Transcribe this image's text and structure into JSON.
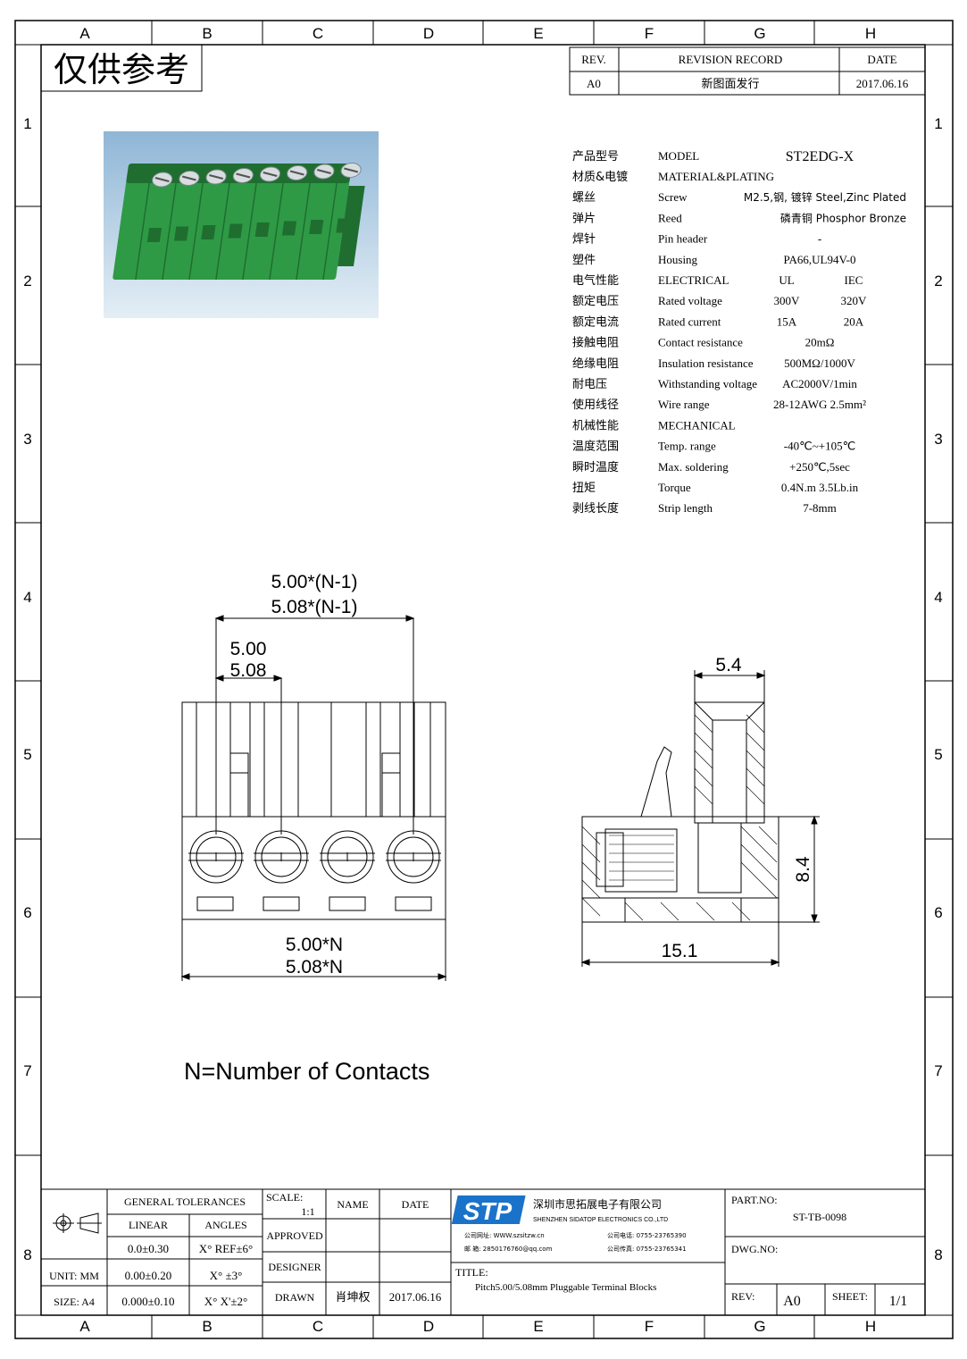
{
  "frame": {
    "col_labels": [
      "A",
      "B",
      "C",
      "D",
      "E",
      "F",
      "G",
      "H"
    ],
    "row_labels": [
      "1",
      "2",
      "3",
      "4",
      "5",
      "6",
      "7",
      "8"
    ]
  },
  "watermark": "仅供参考",
  "revision": {
    "headers": {
      "rev": "REV.",
      "record": "REVISION RECORD",
      "date": "DATE"
    },
    "row": {
      "rev": "A0",
      "record": "新图面发行",
      "date": "2017.06.16"
    }
  },
  "photo": {
    "colors": {
      "bg_top": "#8fb6d6",
      "bg_bottom": "#e4eef6",
      "body": "#2e9a45",
      "body_dark": "#1f6e30",
      "screw": "#d8dde0"
    },
    "screw_count": 8
  },
  "specs": {
    "model": {
      "cn": "产品型号",
      "en": "MODEL",
      "value": "ST2EDG-X"
    },
    "rows": [
      {
        "cn": "材质&电镀",
        "en": "MATERIAL&PLATING",
        "v1": "",
        "v2": ""
      },
      {
        "cn": "螺丝",
        "en": "Screw",
        "v1": "M2.5,钢, 镀锌 Steel,Zinc Plated",
        "v2": ""
      },
      {
        "cn": "弹片",
        "en": "Reed",
        "v1": "磷青铜 Phosphor Bronze",
        "v2": ""
      },
      {
        "cn": "焊针",
        "en": "Pin header",
        "v1": "-",
        "v2": ""
      },
      {
        "cn": "塑件",
        "en": "Housing",
        "v1": "PA66,UL94V-0",
        "v2": ""
      },
      {
        "cn": "电气性能",
        "en": "ELECTRICAL",
        "v1": "UL",
        "v2": "IEC"
      },
      {
        "cn": "额定电压",
        "en": "Rated voltage",
        "v1": "300V",
        "v2": "320V"
      },
      {
        "cn": "额定电流",
        "en": "Rated current",
        "v1": "15A",
        "v2": "20A"
      },
      {
        "cn": "接触电阻",
        "en": "Contact resistance",
        "v1": "20mΩ",
        "v2": ""
      },
      {
        "cn": "绝缘电阻",
        "en": "Insulation resistance",
        "v1": "500MΩ/1000V",
        "v2": ""
      },
      {
        "cn": "耐电压",
        "en": "Withstanding voltage",
        "v1": "AC2000V/1min",
        "v2": ""
      },
      {
        "cn": "使用线径",
        "en": "Wire range",
        "v1": "28-12AWG 2.5mm²",
        "v2": ""
      },
      {
        "cn": "机械性能",
        "en": "MECHANICAL",
        "v1": "",
        "v2": ""
      },
      {
        "cn": "温度范围",
        "en": "Temp. range",
        "v1": "-40℃~+105℃",
        "v2": ""
      },
      {
        "cn": "瞬时温度",
        "en": "Max. soldering",
        "v1": "+250℃,5sec",
        "v2": ""
      },
      {
        "cn": "扭矩",
        "en": "Torque",
        "v1": "0.4N.m 3.5Lb.in",
        "v2": ""
      },
      {
        "cn": "剥线长度",
        "en": "Strip length",
        "v1": "7-8mm",
        "v2": ""
      }
    ]
  },
  "dimensions": {
    "total_1": "5.00*(N-1)",
    "total_2": "5.08*(N-1)",
    "pitch_1": "5.00",
    "pitch_2": "5.08",
    "width_1": "5.00*N",
    "width_2": "5.08*N",
    "side_top": "5.4",
    "side_height": "8.4",
    "side_width": "15.1"
  },
  "note": "N=Number of Contacts",
  "title_block": {
    "general_tolerances": "GENERAL TOLERANCES",
    "linear": "LINEAR",
    "angles": "ANGLES",
    "tol_rows": [
      {
        "linear": "0.0±0.30",
        "angle": "X° REF±6°"
      },
      {
        "linear": "0.00±0.20",
        "angle": "X° ±3°"
      },
      {
        "linear": "0.000±0.10",
        "angle": "X° X'±2°"
      }
    ],
    "unit": "UNIT: MM",
    "size": "SIZE: A4",
    "scale_label": "SCALE:",
    "scale_value": "1:1",
    "name_label": "NAME",
    "date_label": "DATE",
    "approved": "APPROVED",
    "designer": "DESIGNER",
    "drawn": "DRAWN",
    "drawn_name": "肖坤权",
    "drawn_date": "2017.06.16",
    "company_logo": "STP",
    "company_cn": "深圳市思拓展电子有限公司",
    "company_en": "SHENZHEN SIDATOP ELECTRONICS CO.,LTD",
    "contact_1a": "公司网址: WWW.szsitzw.cn",
    "contact_1b": "公司电话: 0755-23765390",
    "contact_2a": "邮   箱: 2850176760@qq.com",
    "contact_2b": "公司传真: 0755-23765341",
    "title_label": "TITLE:",
    "title_value": "Pitch5.00/5.08mm Pluggable Terminal Blocks",
    "part_no_label": "PART.NO:",
    "part_no_value": "ST-TB-0098",
    "dwg_no_label": "DWG.NO:",
    "rev_label": "REV:",
    "rev_value": "A0",
    "sheet_label": "SHEET:",
    "sheet_value": "1/1"
  }
}
